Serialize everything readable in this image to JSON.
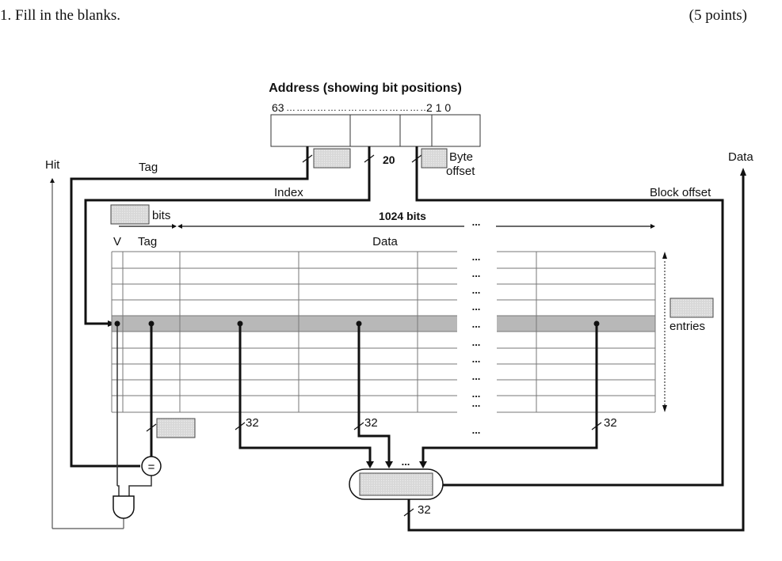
{
  "question": {
    "text": "1. Fill in the blanks.",
    "points": "(5 points)"
  },
  "diagram": {
    "title": "Address (showing bit positions)",
    "bit_positions_left": "63",
    "bit_positions_right": "2 1 0",
    "index_bits": "20",
    "labels": {
      "hit": "Hit",
      "tag": "Tag",
      "index": "Index",
      "byte_offset_line1": "Byte",
      "byte_offset_line2": "offset",
      "data": "Data",
      "block_offset": "Block offset",
      "bits": "bits",
      "block_bits": "1024 bits",
      "col_v": "V",
      "col_tag": "Tag",
      "col_data": "Data",
      "entries": "entries",
      "bus_width": "32",
      "output_width": "32",
      "equals": "=",
      "ellipsis": "..."
    },
    "blanks": [
      "tag-field-width",
      "byte-offset-width",
      "tag-bits-width",
      "number-of-entries",
      "comparator-width",
      "multiplexer"
    ]
  }
}
